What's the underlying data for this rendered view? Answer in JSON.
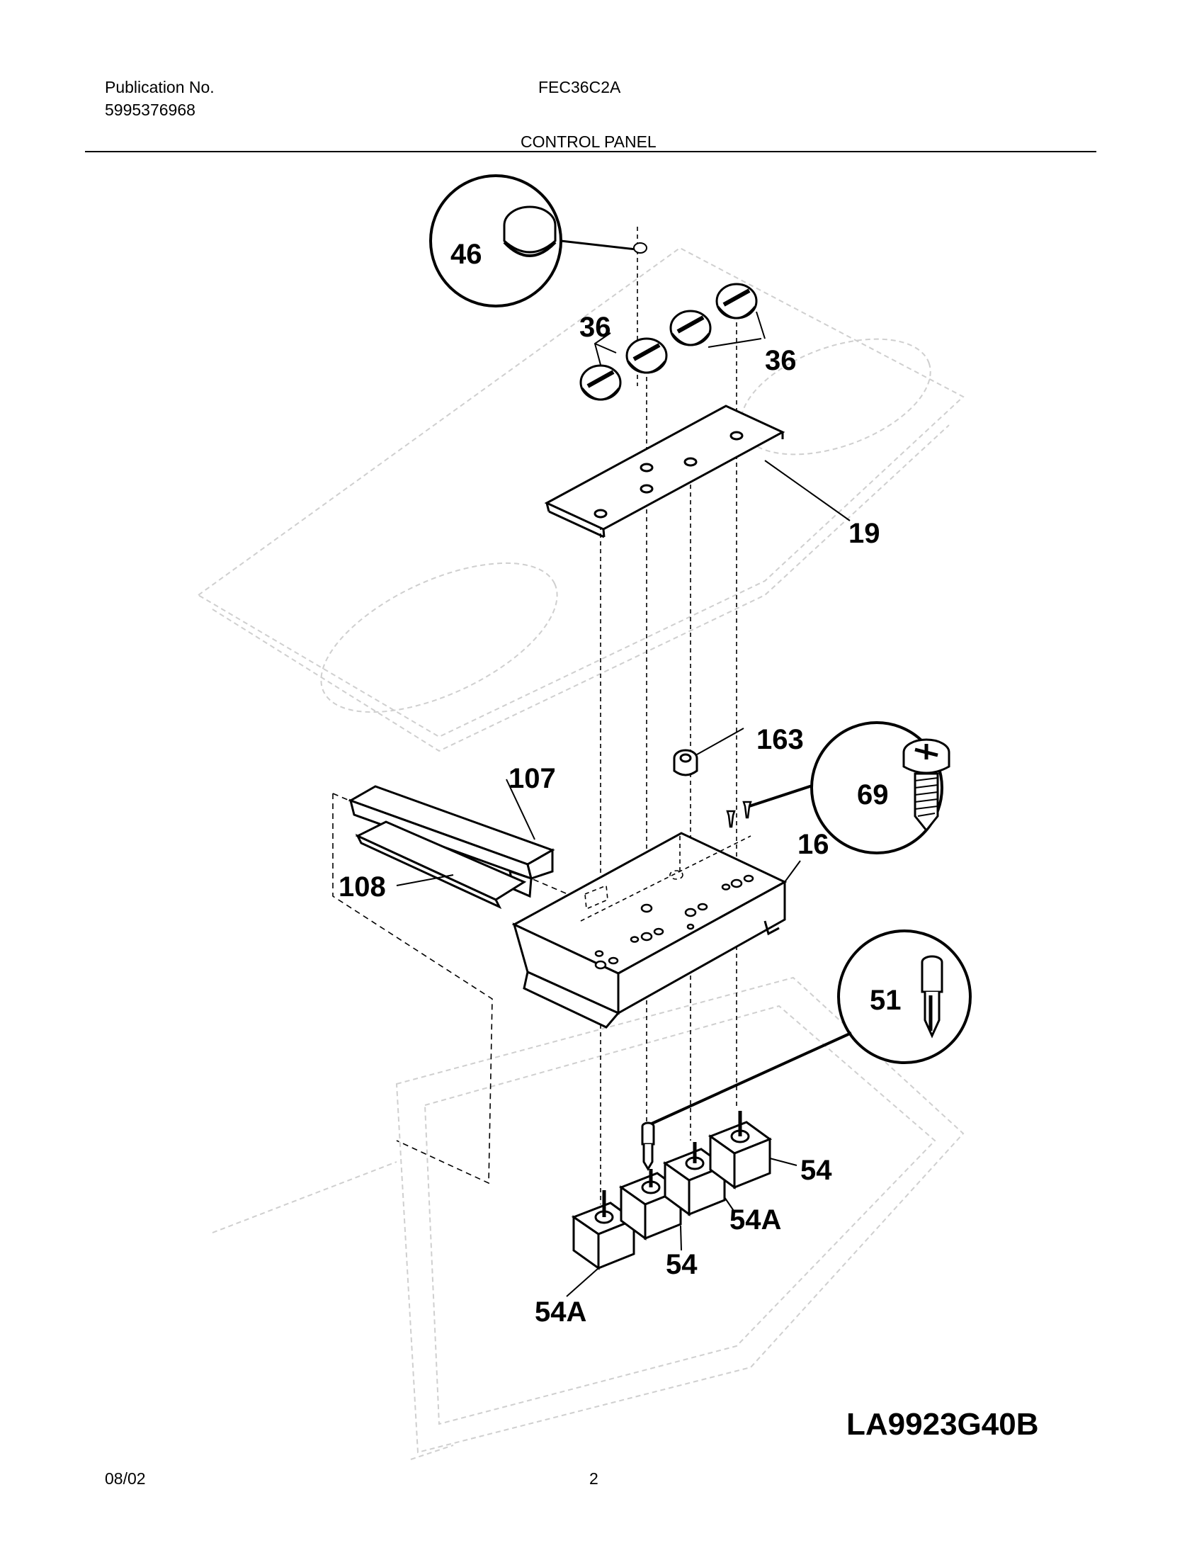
{
  "header": {
    "publication_label": "Publication No.",
    "publication_number": "5995376968",
    "model": "FEC36C2A",
    "section_title": "CONTROL PANEL"
  },
  "callouts": {
    "c46": "46",
    "c36a": "36",
    "c36b": "36",
    "c19": "19",
    "c163": "163",
    "c107": "107",
    "c69": "69",
    "c16": "16",
    "c108": "108",
    "c51": "51",
    "c54a": "54",
    "c54b": "54",
    "c54A_a": "54A",
    "c54A_b": "54A"
  },
  "drawing_code": "LA9923G40B",
  "footer": {
    "date": "08/02",
    "page": "2"
  }
}
